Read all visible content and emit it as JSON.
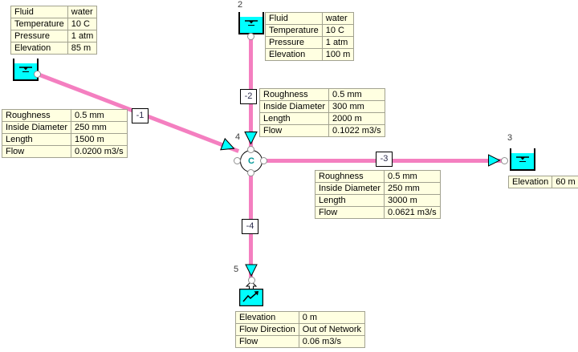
{
  "app": {
    "description": "pipe network schematic"
  },
  "colors": {
    "pipe_pink": "#F47FC0",
    "component_cyan": "#00FFFF",
    "table_background": "#FFFFE1",
    "junction_letter_teal": "#009898"
  },
  "nodes": {
    "n2": {
      "label": "2"
    },
    "n3": {
      "label": "3"
    },
    "n4": {
      "label": "4",
      "symbol": "C"
    },
    "n5": {
      "label": "5"
    }
  },
  "pipes": {
    "p1": {
      "label": "-1"
    },
    "p2": {
      "label": "-2"
    },
    "p3": {
      "label": "-3"
    },
    "p4": {
      "label": "-4"
    }
  },
  "tables": {
    "node1": [
      [
        "Fluid",
        "water"
      ],
      [
        "Temperature",
        "10 C"
      ],
      [
        "Pressure",
        "1 atm"
      ],
      [
        "Elevation",
        "85 m"
      ]
    ],
    "node2": [
      [
        "Fluid",
        "water"
      ],
      [
        "Temperature",
        "10 C"
      ],
      [
        "Pressure",
        "1 atm"
      ],
      [
        "Elevation",
        "100 m"
      ]
    ],
    "node3": [
      [
        "Elevation",
        "60 m"
      ]
    ],
    "node5": [
      [
        "Elevation",
        "0 m"
      ],
      [
        "Flow Direction",
        "Out of Network"
      ],
      [
        "Flow",
        "0.06 m3/s"
      ]
    ],
    "pipe1": [
      [
        "Roughness",
        "0.5 mm"
      ],
      [
        "Inside Diameter",
        "250 mm"
      ],
      [
        "Length",
        "1500 m"
      ],
      [
        "Flow",
        "0.0200 m3/s"
      ]
    ],
    "pipe2": [
      [
        "Roughness",
        "0.5 mm"
      ],
      [
        "Inside Diameter",
        "300 mm"
      ],
      [
        "Length",
        "2000 m"
      ],
      [
        "Flow",
        "0.1022 m3/s"
      ]
    ],
    "pipe3": [
      [
        "Roughness",
        "0.5 mm"
      ],
      [
        "Inside Diameter",
        "250 mm"
      ],
      [
        "Length",
        "3000 m"
      ],
      [
        "Flow",
        "0.0621 m3/s"
      ]
    ]
  }
}
